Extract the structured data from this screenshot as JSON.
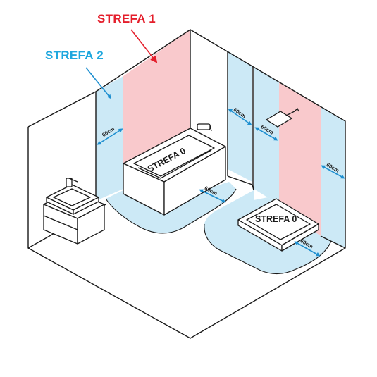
{
  "labels": {
    "zone1": "STREFA 1",
    "zone2": "STREFA 2",
    "zone0_bath": "STREFA 0",
    "zone0_shower": "STREFA 0"
  },
  "dimensions": {
    "wall_left_bath": "60cm",
    "wall_right_bath": "60cm",
    "floor_bath": "60cm",
    "wall_left_shower": "60cm",
    "wall_right_shower": "60cm",
    "floor_shower": "60cm"
  },
  "colors": {
    "zone0": "#ffffff",
    "zone1": "#f9c9cc",
    "zone2": "#cce9f6",
    "zone1_text": "#e41e2b",
    "zone2_text": "#1ea7de",
    "arrow_zone2": "#1e8fd0",
    "line": "#1a1a1a"
  },
  "icons": [
    "arrow-icon"
  ]
}
